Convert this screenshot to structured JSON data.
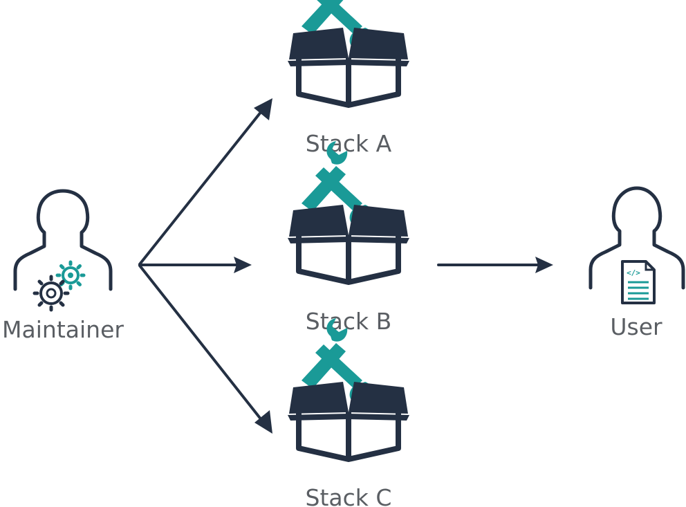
{
  "actors": {
    "maintainer": {
      "label": "Maintainer",
      "icon": "maintainer-gear-person-icon"
    },
    "user": {
      "label": "User",
      "icon": "user-document-person-icon"
    }
  },
  "stacks": [
    {
      "label": "Stack A",
      "icon": "toolbox-wrench-icon"
    },
    {
      "label": "Stack B",
      "icon": "toolbox-wrench-icon"
    },
    {
      "label": "Stack C",
      "icon": "toolbox-wrench-icon"
    }
  ],
  "arrows": [
    {
      "from": "Maintainer",
      "to": "Stack A"
    },
    {
      "from": "Maintainer",
      "to": "Stack B"
    },
    {
      "from": "Maintainer",
      "to": "Stack C"
    },
    {
      "from": "Stack B",
      "to": "User"
    }
  ],
  "colors": {
    "navy": "#243043",
    "teal": "#1a9a97",
    "label": "#5a5e63"
  }
}
